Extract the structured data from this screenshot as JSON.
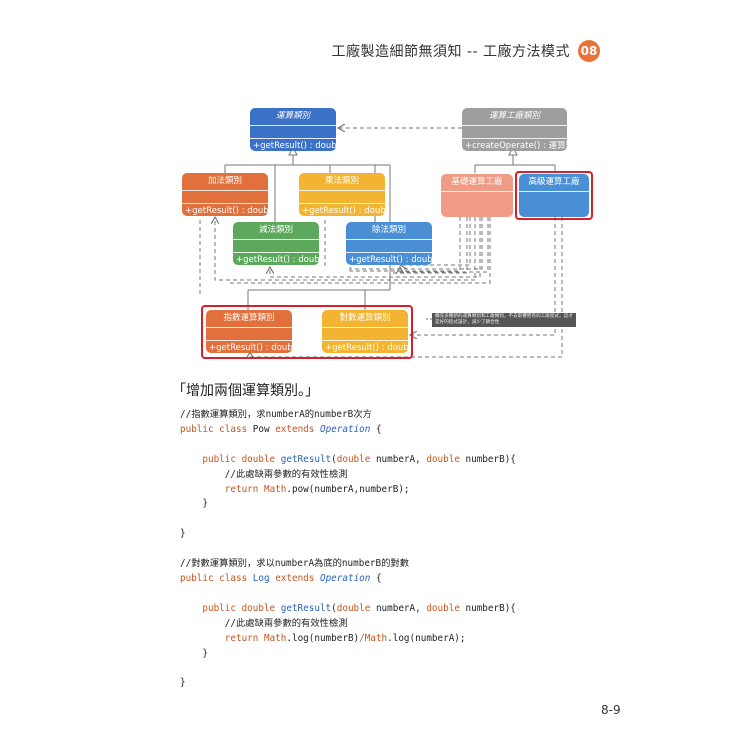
{
  "header": {
    "title": "工廠製造細節無須知 -- 工廠方法模式",
    "chapter": "08"
  },
  "diagram": {
    "operation_class": {
      "name": "運算類別",
      "method": "+getResult() : double"
    },
    "factory_class": {
      "name": "運算工廠類別",
      "method": "+createOperate() : 運算類別"
    },
    "basic_factory": {
      "name": "基礎運算工廠"
    },
    "advanced_factory": {
      "name": "高級運算工廠"
    },
    "add_class": {
      "name": "加法類別",
      "method": "+getResult() : double"
    },
    "mul_class": {
      "name": "乘法類別",
      "method": "+getResult() : double"
    },
    "sub_class": {
      "name": "減法類別",
      "method": "+getResult() : double"
    },
    "div_class": {
      "name": "除法類別",
      "method": "+getResult() : double"
    },
    "pow_class": {
      "name": "指數運算類別",
      "method": "+getResult() : double"
    },
    "log_class": {
      "name": "對數運算類別",
      "method": "+getResult() : double"
    },
    "note": "擴充多種新的運算類別和工廠類別，不去影響原有的工廠程式，這才是好的程式設計，減少了耦合性"
  },
  "caption": "「增加兩個運算類別。」",
  "code": {
    "pow_comment": "//指數運算類別，求numberA的numberB次方",
    "log_comment": "//對數運算類別，求以numberA為底的numberB的對數",
    "check_comment": "//此處缺兩參數的有效性檢測",
    "pow_class_name": "Pow",
    "log_class_name": "Log",
    "parent_class": "Operation",
    "method_name": "getResult",
    "pow_expr": ".pow(numberA,numberB);",
    "log_expr_1": ".log(numberB)",
    "log_expr_2": ".log(numberA);",
    "math": "Math"
  },
  "page_number": "8-9",
  "colors": {
    "blue": "#3b72c8",
    "gray": "#9e9e9e",
    "orange": "#e2703c",
    "yellow": "#f2b431",
    "green": "#5ca85c",
    "salmon": "#f09b86",
    "highlight": "#d8202a",
    "badge": "#e8743b"
  }
}
